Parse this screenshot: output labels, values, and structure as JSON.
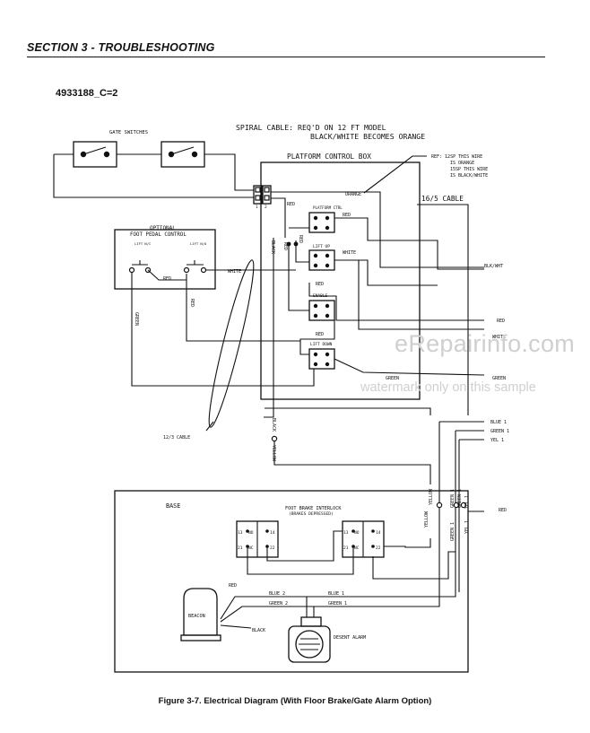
{
  "header": {
    "section_title": "SECTION 3 - TROUBLESHOOTING",
    "document_code": "4933188_C=2"
  },
  "diagram": {
    "spiral_note_line1": "SPIRAL CABLE:  REQ'D ON 12 FT MODEL",
    "spiral_note_line2": "BLACK/WHITE BECOMES ORANGE",
    "gate_switches": "GATE SWITCHES",
    "platform_control_box": "PLATFORM CONTROL BOX",
    "ref_line1": "REF: 12SP THIS WIRE",
    "ref_line2": "IS ORANGE",
    "ref_line3": "15SP THIS WIRE",
    "ref_line4": "IS BLACK/WHITE",
    "orange": "ORANGE",
    "cable_16_5": "16/5 CABLE",
    "optional_title": "OPTIONAL",
    "foot_pedal_control": "FOOT PEDAL CONTROL",
    "lift_nc": "LIFT N/C",
    "lift_no": "LIFT N/O",
    "platform_ctrl": "PLATFORM CTRL",
    "lift_up": "LIFT UP",
    "enable": "ENABLE",
    "lift_down": "LIFT DOWN",
    "red": "RED",
    "black": "BLACK",
    "white": "WHITE",
    "green": "GREEN",
    "blk_wht": "BLK/WHT",
    "cable_12_3": "12/3 CABLE",
    "yellow": "YELLOW",
    "blue_1": "BLUE 1",
    "green_1": "GREEN 1",
    "yel_1": "YEL 1",
    "blue_2": "BLUE 2",
    "green_2": "GREEN 2",
    "base": "BASE",
    "foot_brake_interlock": "FOOT BRAKE INTERLOCK",
    "brakes_depressed": "(BRAKES DEPRESSED)",
    "beacon": "BEACON",
    "descent_alarm": "DESENT ALARM",
    "terminal_13": "13",
    "terminal_14": "14",
    "terminal_21": "21",
    "terminal_22": "22",
    "no": "NO",
    "nc": "NC",
    "num_1": "1",
    "num_2": "2"
  },
  "watermark": {
    "main": "eRepairinfo.com",
    "sub": "watermark only on this sample"
  },
  "caption": "Figure 3-7.  Electrical Diagram (With Floor Brake/Gate Alarm Option)"
}
